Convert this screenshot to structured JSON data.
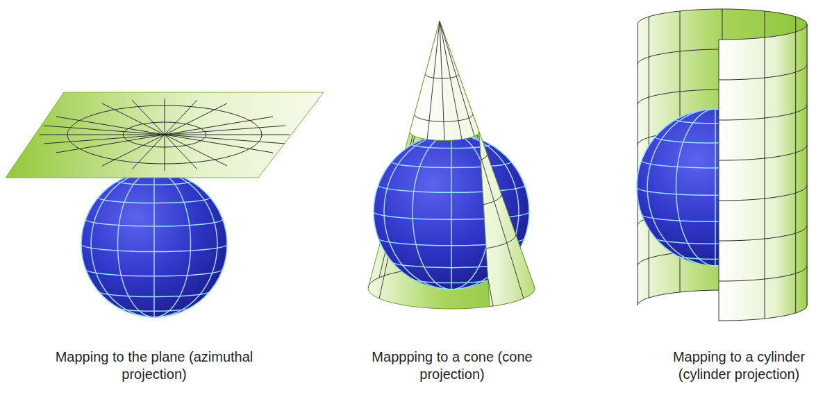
{
  "diagram": {
    "labels": [
      "Mapping to the plane (azimuthal projection)",
      "Mappping to a cone (cone projection)",
      "Mapping to a cylinder (cylinder projection)"
    ]
  }
}
